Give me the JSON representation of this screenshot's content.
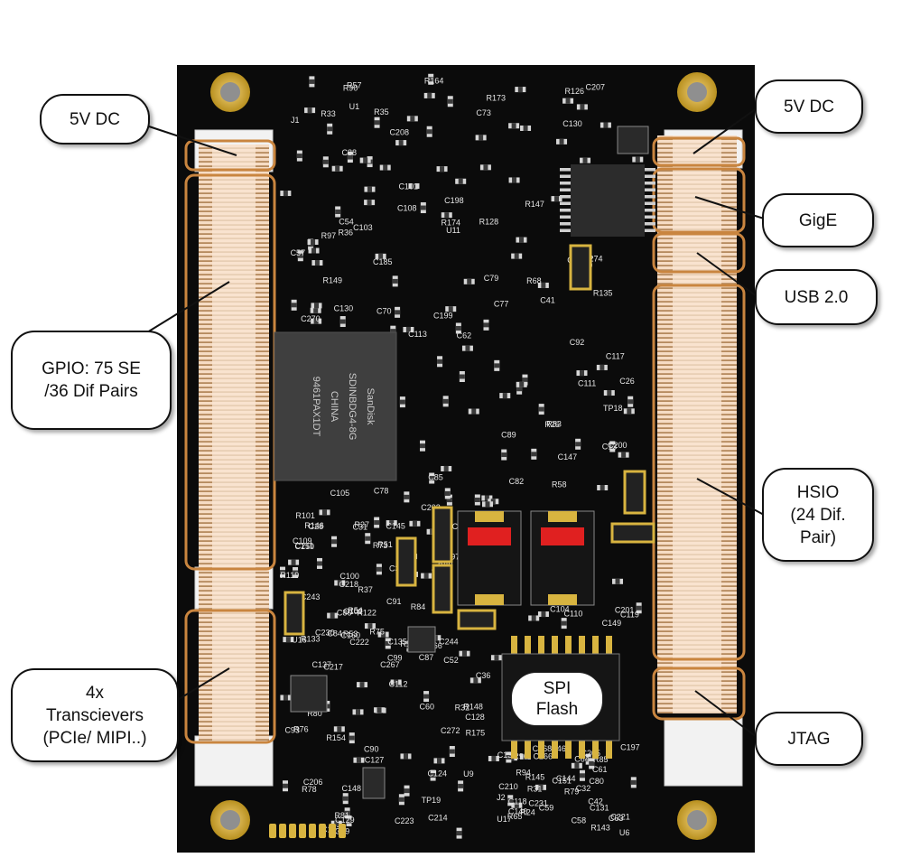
{
  "labels": {
    "power_left": "5V DC",
    "power_right": "5V DC",
    "gpio_line1": "GPIO: 75 SE",
    "gpio_line2": "/36 Dif Pairs",
    "transceivers_line1": "4x",
    "transceivers_line2": "Transcievers",
    "transceivers_line3": "(PCIe/ MIPI..)",
    "gige": "GigE",
    "usb": "USB 2.0",
    "hsio_line1": "HSIO",
    "hsio_line2": "(24 Dif.",
    "hsio_line3": "Pair)",
    "jtag": "JTAG",
    "spi_line1": "SPI",
    "spi_line2": "Flash"
  },
  "board": {
    "chip_marking": [
      "SanDisk",
      "SDINBDG4-8G",
      "CHINA",
      "9461PAX1DT"
    ],
    "silkscreen": [
      "R32",
      "C102",
      "C80",
      "C131",
      "C133",
      "C135",
      "C82",
      "C103",
      "R97",
      "C272",
      "R27",
      "C137",
      "C128",
      "C77",
      "C85",
      "C86",
      "C88",
      "C79",
      "C117",
      "C104",
      "C105",
      "R126",
      "C136",
      "C84",
      "C87",
      "C129",
      "C91",
      "R24",
      "C101",
      "C130",
      "C89",
      "C124",
      "C90",
      "C92",
      "C99",
      "C128",
      "C127",
      "C199",
      "R143",
      "C114",
      "R149",
      "C93",
      "C200",
      "C208",
      "C100",
      "C112",
      "C113",
      "R101",
      "C78",
      "C97",
      "C79",
      "C119",
      "R147",
      "R148",
      "R146",
      "R145",
      "C197",
      "C198",
      "C243",
      "C118",
      "R142",
      "C211",
      "C206",
      "C201",
      "C202",
      "C63",
      "C64",
      "C222",
      "C111",
      "C223",
      "C221",
      "R154",
      "C210",
      "C205",
      "R128",
      "R133",
      "R135",
      "C108",
      "C207",
      "C107",
      "C110",
      "R73",
      "C38",
      "C58",
      "C57",
      "C41",
      "C54",
      "C60",
      "C61",
      "C214",
      "C140",
      "C217",
      "C218",
      "C144",
      "R164",
      "R75",
      "R76",
      "R173",
      "C130",
      "R94",
      "C147",
      "C145",
      "C149",
      "R84",
      "R85",
      "C62",
      "C42",
      "R83",
      "R78",
      "R80",
      "R81",
      "C13",
      "C267",
      "R31",
      "R36",
      "R37",
      "R35",
      "C268",
      "R48",
      "C266",
      "R33",
      "C270",
      "R79",
      "TP18",
      "TP19",
      "C231",
      "C26",
      "C59",
      "R122",
      "R90",
      "R96",
      "R26",
      "R58",
      "R119",
      "R175",
      "R174",
      "C32",
      "C244",
      "R63",
      "R51",
      "R65",
      "R68",
      "R66",
      "C109",
      "C185",
      "R54",
      "R53",
      "C160",
      "C36",
      "C28",
      "C52",
      "C46",
      "C148",
      "C150",
      "C230",
      "C70",
      "C151",
      "R57",
      "C231",
      "C31",
      "C274",
      "C73",
      "U1",
      "U6",
      "U9",
      "U11",
      "U16",
      "U17",
      "J1",
      "J2"
    ]
  },
  "colors": {
    "board": "#0b0b0b",
    "pad_gold": "#d8b440",
    "connector_band": "#f4d7bd",
    "highlight_outline": "#c9853f",
    "callout_border": "#111111",
    "silkscreen": "#e6e6e6"
  }
}
